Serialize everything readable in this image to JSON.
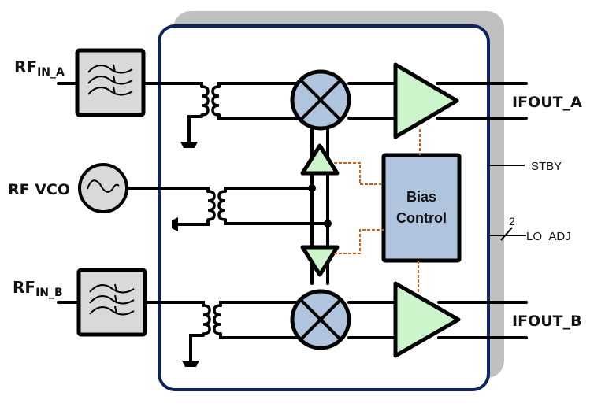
{
  "diagram": {
    "title": "Dual-channel RF downconverter block diagram",
    "colors": {
      "chip_border": "#0f2260",
      "chip_shadow": "#c0c0c0",
      "filter_fill": "#d9d9d9",
      "mixer_fill": "#b0c4de",
      "amp_fill": "#ccf5cc",
      "bias_fill": "#b0c4de",
      "bias_lines": "#c8621a",
      "wire": "#000000"
    },
    "inputs": {
      "rf_in_a": {
        "main": "RF",
        "sub": "IN_A"
      },
      "rf_vco": "RF VCO",
      "rf_in_b": {
        "main": "RF",
        "sub": "IN_B"
      }
    },
    "outputs": {
      "ifout_a": "IFOUT_A",
      "ifout_b": "IFOUT_B"
    },
    "control_pins": {
      "stby": "STBY",
      "lo_adj": "LO_ADJ",
      "lo_adj_bus_width": "2"
    },
    "blocks": {
      "bias_control": {
        "line1": "Bias",
        "line2": "Control"
      },
      "filter_a": "bandpass-filter",
      "filter_b": "bandpass-filter",
      "vco": "sine-source",
      "mixer_a": "mixer",
      "mixer_b": "mixer",
      "if_amp_a": "amplifier",
      "if_amp_b": "amplifier",
      "lo_buffer_a": "lo-buffer",
      "lo_buffer_b": "lo-buffer"
    }
  }
}
